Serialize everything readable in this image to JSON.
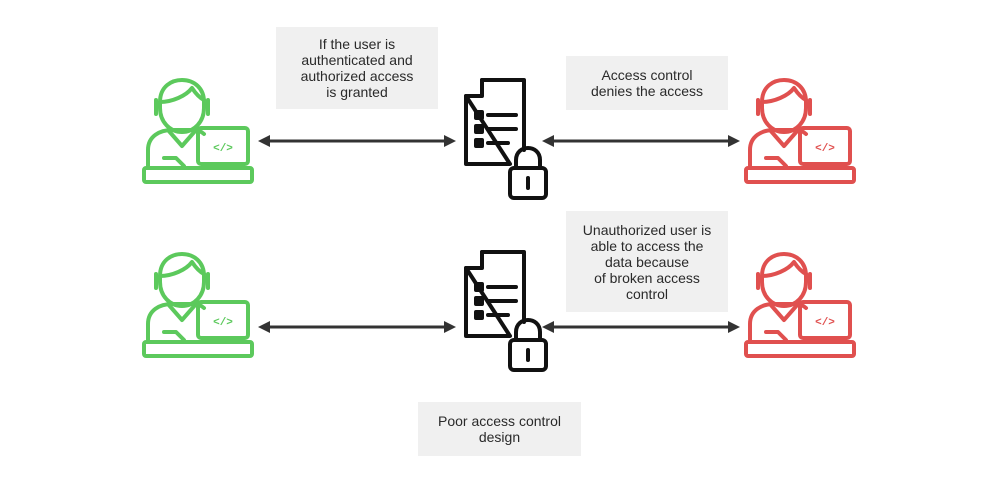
{
  "colors": {
    "authorized_user": "#5cc95c",
    "unauthorized_user": "#e0504f",
    "arrow": "#333333",
    "document": "#111111",
    "callout_bg": "#f0f0f0"
  },
  "top_row": {
    "left_callout": [
      "If the user is",
      "authenticated and",
      "authorized access",
      "is granted"
    ],
    "right_callout": [
      "Access control",
      "denies the access"
    ],
    "left_user_screen_text": "</>",
    "right_user_screen_text": "</>"
  },
  "bottom_row": {
    "right_callout": [
      "Unauthorized user is",
      "able to access the",
      "data because",
      "of broken access",
      "control"
    ],
    "left_user_screen_text": "</>",
    "right_user_screen_text": "</>"
  },
  "caption": [
    "Poor access control",
    "design"
  ],
  "icons": {
    "users": "user-at-laptop-icon",
    "document": "locked-document-icon",
    "connector": "double-headed-arrow"
  }
}
